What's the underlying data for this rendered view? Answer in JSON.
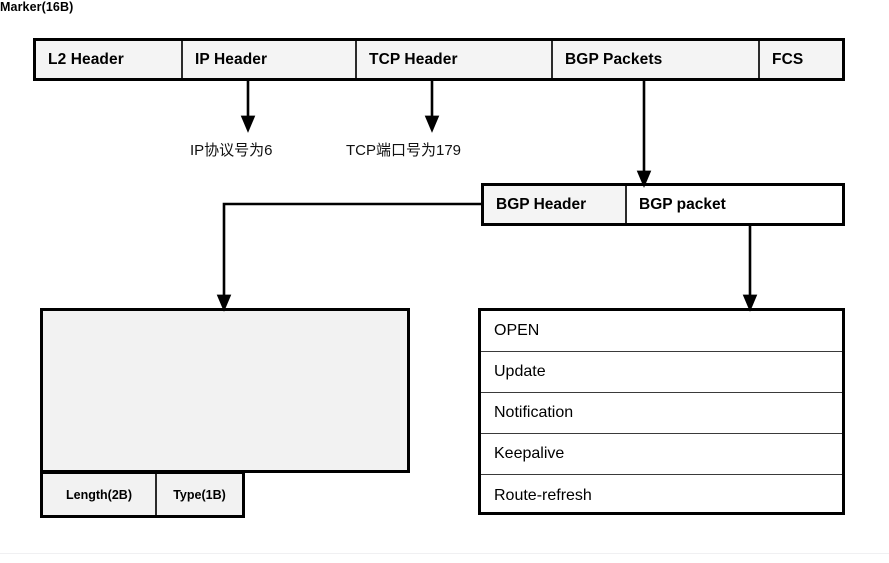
{
  "diagram": {
    "title": "BGP packet encapsulation and message types",
    "colors": {
      "stroke": "#000000",
      "divider": "#2b2b2b",
      "fill_gray": "#f4f4f4",
      "fill_marker": "#f2f2f2",
      "fill_white": "#ffffff",
      "text": "#111111"
    }
  },
  "encapsulation_bar": {
    "fields": [
      {
        "label": "L2 Header"
      },
      {
        "label": "IP Header"
      },
      {
        "label": "TCP Header"
      },
      {
        "label": "BGP Packets"
      },
      {
        "label": "FCS"
      }
    ]
  },
  "annotations": [
    {
      "label": "IP协议号为6"
    },
    {
      "label": "TCP端口号为179"
    }
  ],
  "bgp_row": {
    "header_cell": "BGP Header",
    "packet_cell": "BGP packet"
  },
  "bgp_header_detail": {
    "marker": "Marker(16B)",
    "length": "Length(2B)",
    "type": "Type(1B)"
  },
  "message_types": [
    {
      "label": "OPEN"
    },
    {
      "label": "Update"
    },
    {
      "label": "Notification"
    },
    {
      "label": "Keepalive"
    },
    {
      "label": "Route-refresh"
    }
  ]
}
